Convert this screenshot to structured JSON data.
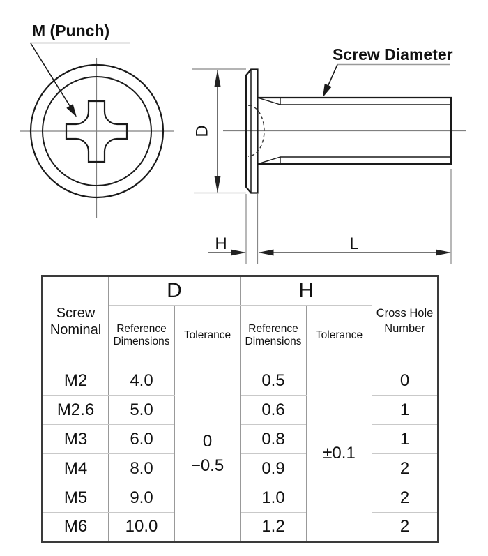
{
  "drawing": {
    "front_view": {
      "label": "M (Punch)"
    },
    "side_view": {
      "label": "Screw Diameter",
      "dim_d": "D",
      "dim_h": "H",
      "dim_l": "L"
    },
    "colors": {
      "outline": "#1a1a1a",
      "centerline": "#808080",
      "dimension": "#222222"
    }
  },
  "table": {
    "header": {
      "screw_nominal": "Screw Nominal",
      "d_group": "D",
      "h_group": "H",
      "reference_dimensions": "Reference Dimensions",
      "tolerance": "Tolerance",
      "cross_hole_number": "Cross Hole Number"
    },
    "d_tolerance": {
      "line1": "0",
      "line2": "−0.5"
    },
    "h_tolerance": "±0.1",
    "rows": [
      {
        "nominal": "M2",
        "d_ref": "4.0",
        "h_ref": "0.5",
        "cross_hole": "0"
      },
      {
        "nominal": "M2.6",
        "d_ref": "5.0",
        "h_ref": "0.6",
        "cross_hole": "1"
      },
      {
        "nominal": "M3",
        "d_ref": "6.0",
        "h_ref": "0.8",
        "cross_hole": "1"
      },
      {
        "nominal": "M4",
        "d_ref": "8.0",
        "h_ref": "0.9",
        "cross_hole": "2"
      },
      {
        "nominal": "M5",
        "d_ref": "9.0",
        "h_ref": "1.0",
        "cross_hole": "2"
      },
      {
        "nominal": "M6",
        "d_ref": "10.0",
        "h_ref": "1.2",
        "cross_hole": "2"
      }
    ],
    "colors": {
      "outer_border": "#3a3a3a",
      "grid_vertical": "#999999",
      "grid_horizontal": "#c9c9c9"
    }
  }
}
